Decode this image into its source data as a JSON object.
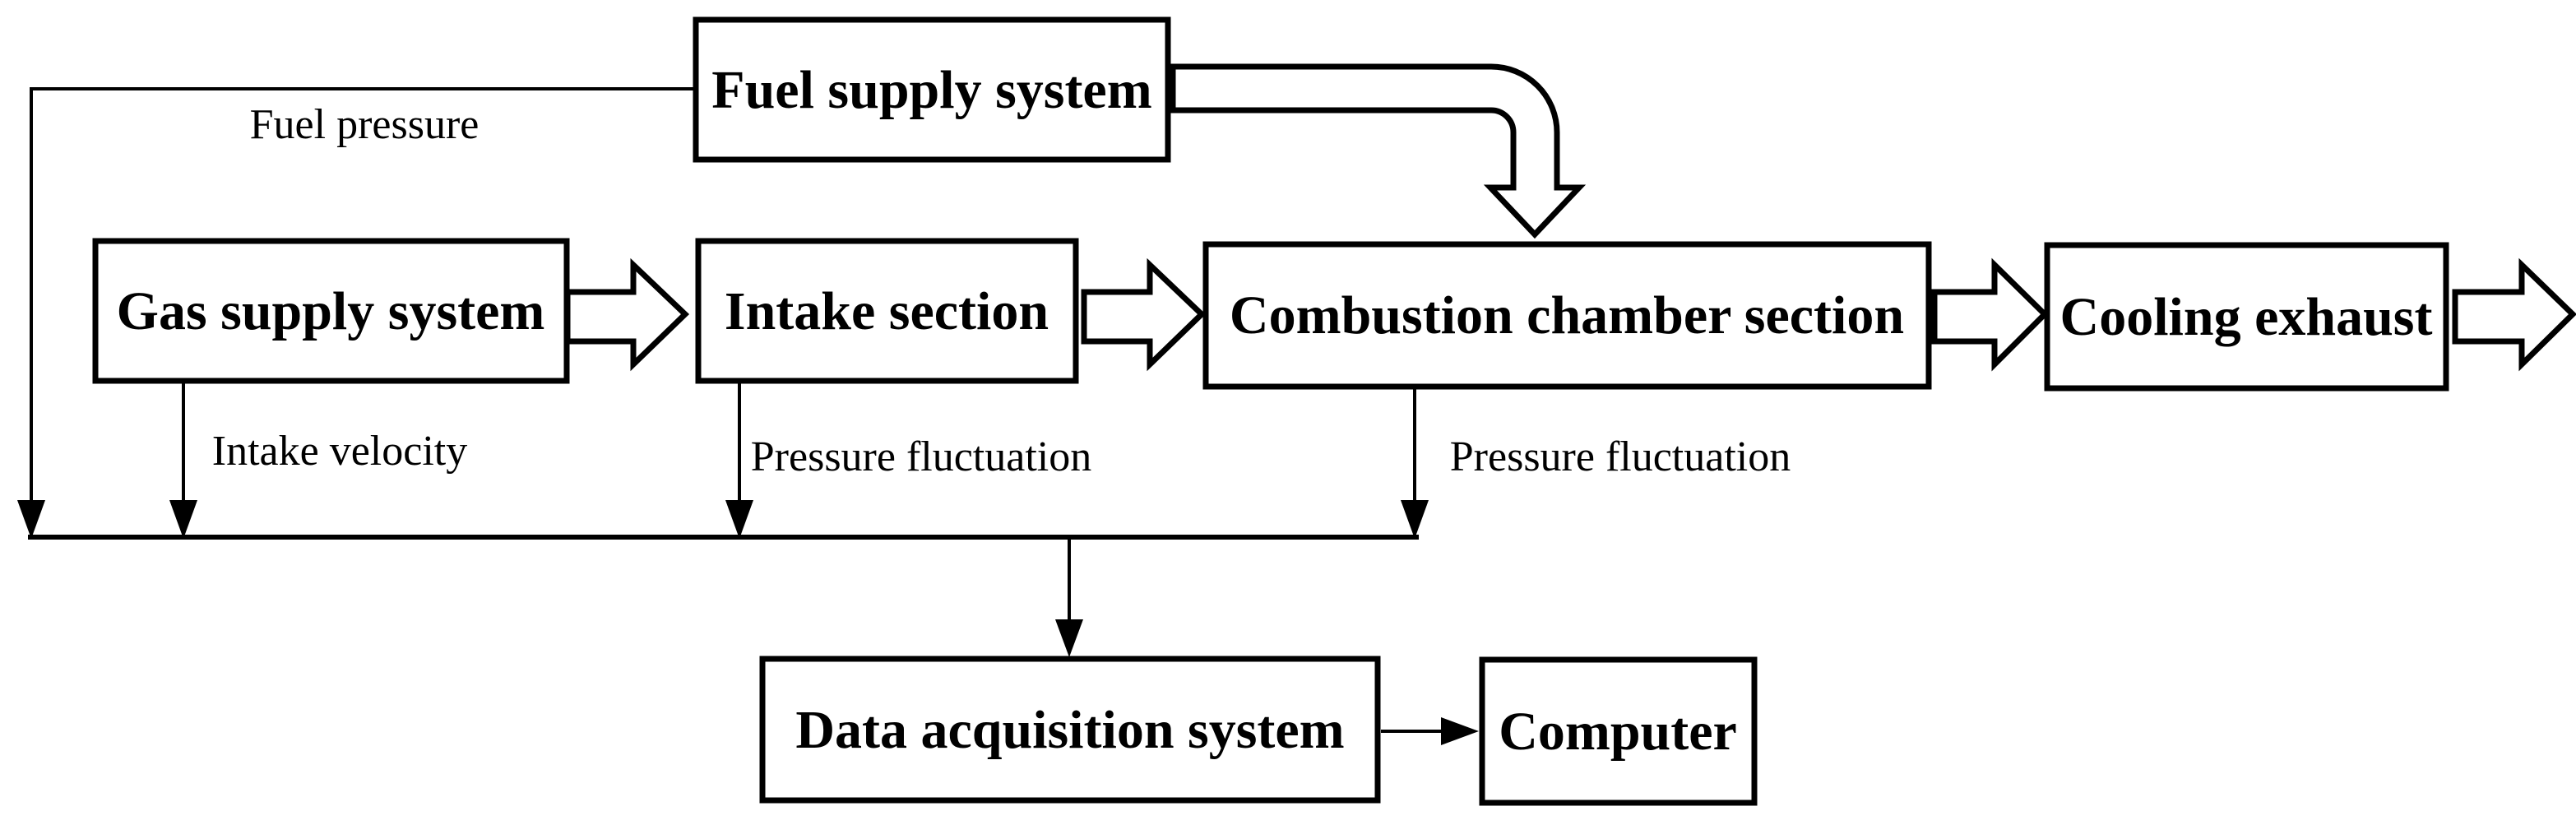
{
  "diagram": {
    "type": "block-flow-diagram",
    "nodes": {
      "fuel_supply": "Fuel supply system",
      "gas_supply": "Gas supply system",
      "intake": "Intake section",
      "combustion": "Combustion chamber section",
      "cooling": "Cooling exhaust",
      "data_acquisition": "Data acquisition system",
      "computer": "Computer"
    },
    "edge_labels": {
      "fuel_pressure": "Fuel pressure",
      "intake_velocity": "Intake velocity",
      "pressure_fluctuation_intake": "Pressure fluctuation",
      "pressure_fluctuation_combustion": "Pressure fluctuation"
    },
    "connections": [
      {
        "from": "gas_supply",
        "to": "intake",
        "style": "block-arrow"
      },
      {
        "from": "intake",
        "to": "combustion",
        "style": "block-arrow"
      },
      {
        "from": "combustion",
        "to": "cooling",
        "style": "block-arrow"
      },
      {
        "from": "cooling",
        "to": "exit-right",
        "style": "block-arrow"
      },
      {
        "from": "fuel_supply",
        "to": "combustion",
        "style": "curved-block-arrow"
      },
      {
        "from": "fuel_supply",
        "to": "collector-line",
        "style": "thin-arrow",
        "label": "Fuel pressure"
      },
      {
        "from": "gas_supply",
        "to": "collector-line",
        "style": "thin-arrow",
        "label": "Intake velocity"
      },
      {
        "from": "intake",
        "to": "collector-line",
        "style": "thin-arrow",
        "label": "Pressure fluctuation"
      },
      {
        "from": "combustion",
        "to": "collector-line",
        "style": "thin-arrow",
        "label": "Pressure fluctuation"
      },
      {
        "from": "collector-line",
        "to": "data_acquisition",
        "style": "thin-arrow"
      },
      {
        "from": "data_acquisition",
        "to": "computer",
        "style": "thin-arrow"
      }
    ],
    "colors": {
      "stroke": "#000000",
      "fill": "#ffffff",
      "text": "#000000",
      "background": "#ffffff"
    }
  }
}
